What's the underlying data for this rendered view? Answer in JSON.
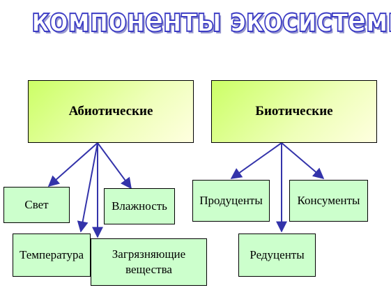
{
  "title": "компоненты экосистемы",
  "abiotic": {
    "label": "Абиотические",
    "children": [
      "Свет",
      "Влажность",
      "Температура",
      "Загрязняющие вещества"
    ]
  },
  "biotic": {
    "label": "Биотические",
    "children": [
      "Продуценты",
      "Консументы",
      "Редуценты"
    ]
  },
  "colors": {
    "title_outline": "#3b3bc4",
    "arrow": "#3333aa",
    "leaf_fill": "#ccffcc",
    "main_fill": "#ccff66"
  }
}
